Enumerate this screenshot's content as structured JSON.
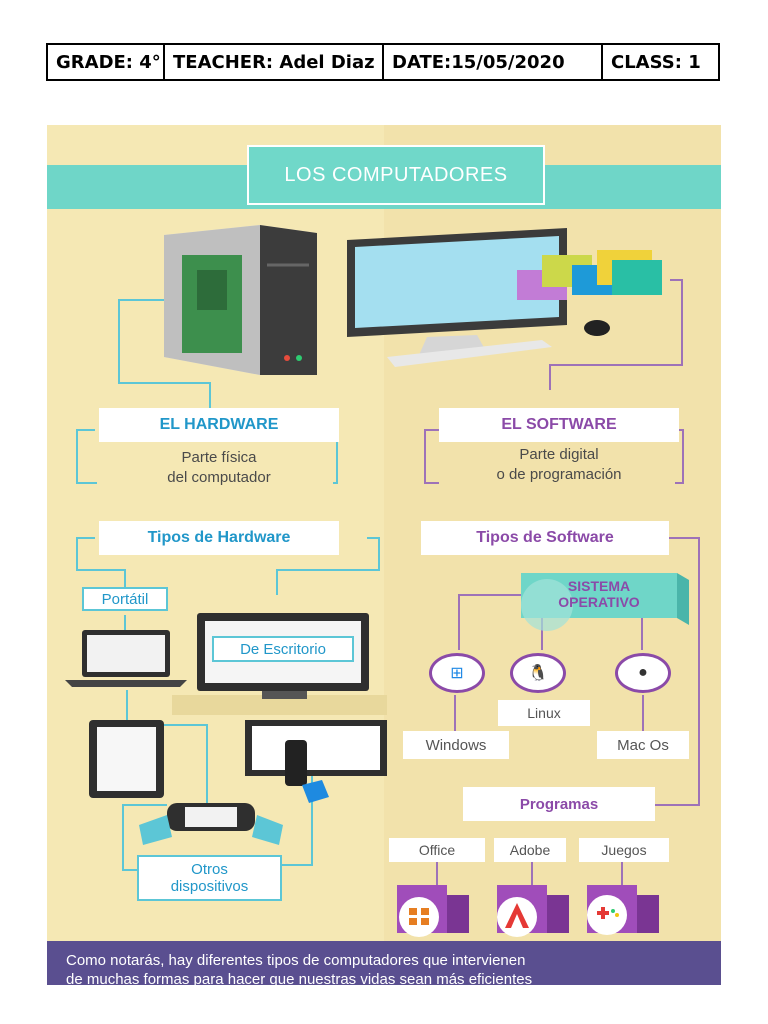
{
  "header": {
    "grade": "GRADE: 4°",
    "teacher": "TEACHER: Adel Diaz",
    "date": "DATE:15/05/2020",
    "class": "CLASS: 1"
  },
  "infographic": {
    "title": "LOS COMPUTADORES",
    "hardware": {
      "title": "EL HARDWARE",
      "description_line1": "Parte física",
      "description_line2": "del computador",
      "types_title": "Tipos de Hardware",
      "portatil": "Portátil",
      "escritorio": "De Escritorio",
      "otros_line1": "Otros",
      "otros_line2": "dispositivos"
    },
    "software": {
      "title": "EL SOFTWARE",
      "description_line1": "Parte digital",
      "description_line2": "o de programación",
      "types_title": "Tipos de Software",
      "so_line1": "SISTEMA",
      "so_line2": "OPERATIVO",
      "linux": "Linux",
      "windows": "Windows",
      "macos": "Mac Os",
      "programas": "Programas",
      "office": "Office",
      "adobe": "Adobe",
      "juegos": "Juegos"
    },
    "footer_line1": "Como notarás, hay diferentes tipos de computadores que intervienen",
    "footer_line2": "de muchas formas para hacer que nuestras vidas sean más eficientes"
  },
  "colors": {
    "teal": "#6fd6c8",
    "purple": "#8b4aa8",
    "background": "#f5e8b4",
    "footer": "#5a4f90"
  },
  "icons": [
    "computer-tower-icon",
    "monitor-icon",
    "laptop-icon",
    "tablet-icon",
    "handheld-console-icon",
    "tv-icon",
    "remote-icon",
    "windows-logo-icon",
    "linux-tux-icon",
    "apple-logo-icon",
    "office-icon",
    "adobe-icon",
    "gamepad-icon"
  ]
}
